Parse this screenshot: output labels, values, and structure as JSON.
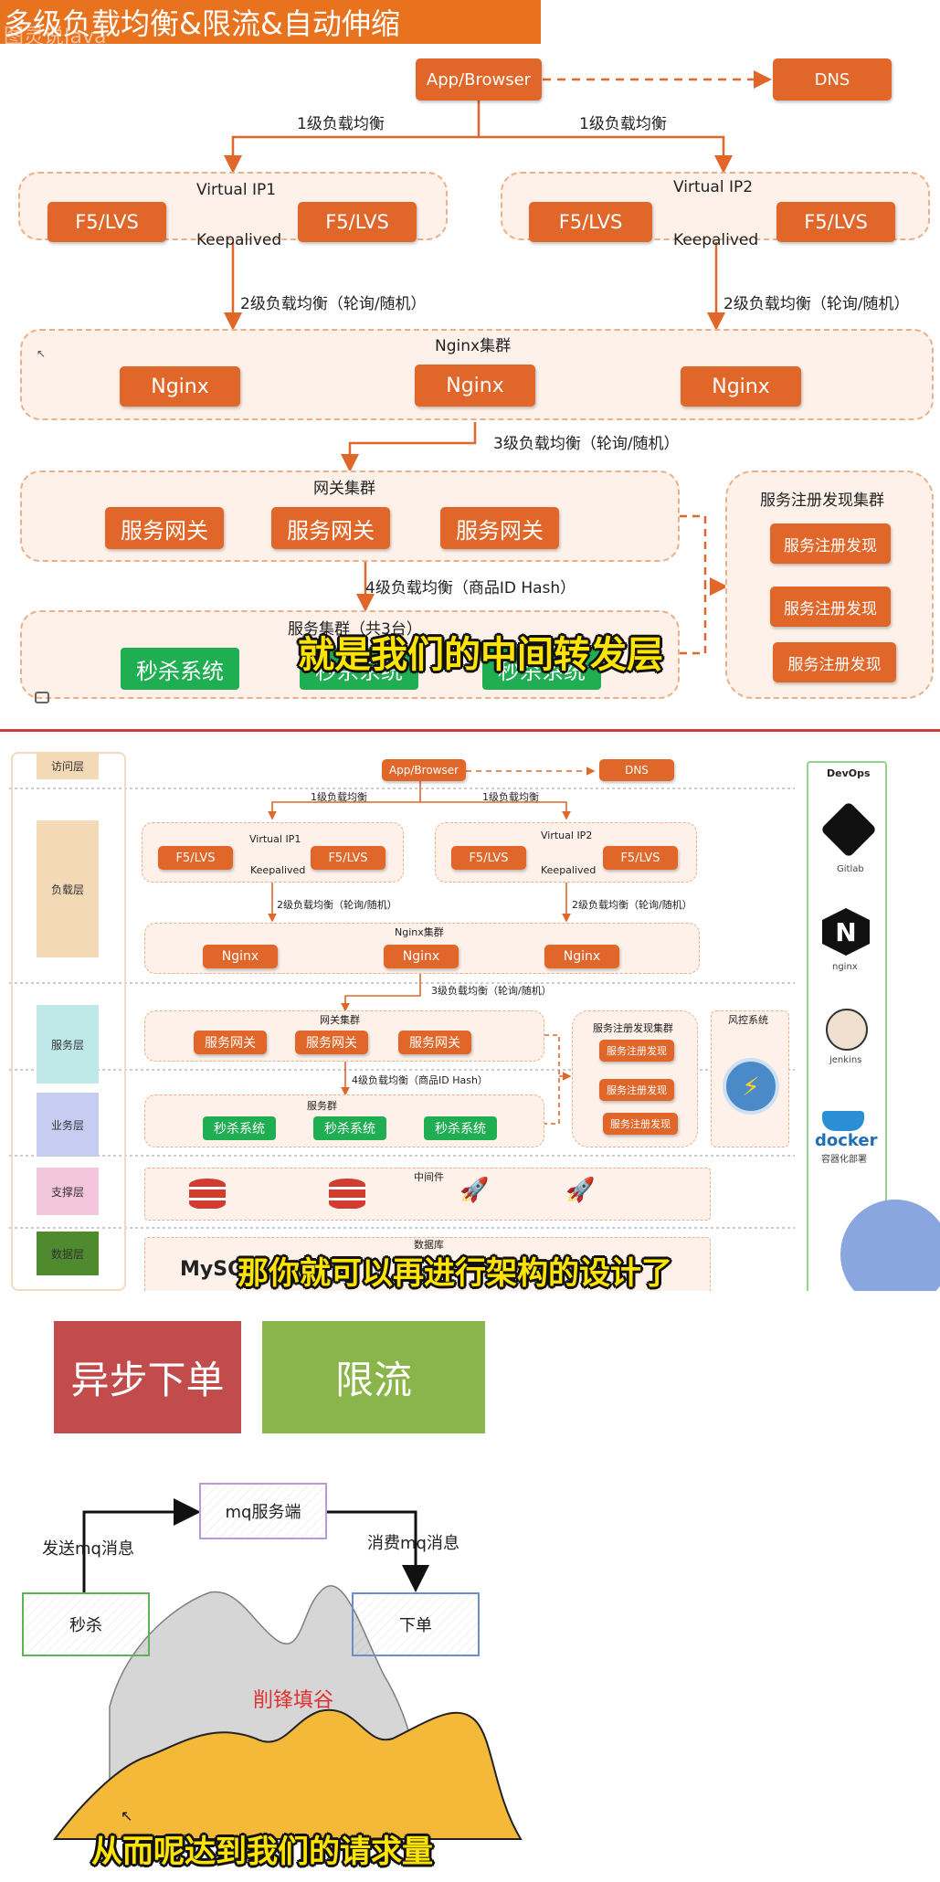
{
  "s1": {
    "title": "多级负载均衡&限流&自动伸缩",
    "watermark": "图灵说Java",
    "app": "App/Browser",
    "dns": "DNS",
    "lb1a": "1级负载均衡",
    "lb1b": "1级负载均衡",
    "vip1": "Virtual IP1",
    "vip2": "Virtual IP2",
    "f5": "F5/LVS",
    "keep": "Keepalived",
    "lb2a": "2级负载均衡（轮询/随机）",
    "lb2b": "2级负载均衡（轮询/随机）",
    "nginx_group": "Nginx集群",
    "nginx": "Nginx",
    "lb3": "3级负载均衡（轮询/随机）",
    "gw_group": "网关集群",
    "gw": "服务网关",
    "lb4": "4级负载均衡（商品ID Hash）",
    "svc_group": "服务集群（共3台）",
    "seckill": "秒杀系统",
    "reg_group": "服务注册发现集群",
    "reg": "服务注册发现",
    "subtitle": "就是我们的中间转发层"
  },
  "s2": {
    "layers": [
      "访问层",
      "负载层",
      "服务层",
      "业务层",
      "支撑层",
      "数据层"
    ],
    "layer_colors": [
      "#f4d9b6",
      "#f4d9b6",
      "#bfe9e8",
      "#c7cdf0",
      "#f4c6de",
      "#4f8a2f"
    ],
    "app": "App/Browser",
    "dns": "DNS",
    "lb1": "1级负载均衡",
    "vip1": "Virtual IP1",
    "vip2": "Virtual IP2",
    "f5": "F5/LVS",
    "keep": "Keepalived",
    "lb2": "2级负载均衡（轮询/随机）",
    "nginx_group": "Nginx集群",
    "nginx": "Nginx",
    "lb3": "3级负载均衡（轮询/随机）",
    "gw_group": "网关集群",
    "gw": "服务网关",
    "lb4": "4级负载均衡（商品ID Hash）",
    "svc_group": "服务群",
    "seckill": "秒杀系统",
    "reg_group": "服务注册发现集群",
    "reg": "服务注册发现",
    "risk": "风控系统",
    "mid": "中间件",
    "db": "数据库",
    "mysql": "MySQL",
    "devops": "DevOps",
    "tools": [
      "Gitlab",
      "nginx",
      "jenkins",
      "容器化部署"
    ],
    "docker": "docker",
    "subtitle": "那你就可以再进行架构的设计了"
  },
  "s3": {
    "async": "异步下单",
    "limit": "限流",
    "mq": "mq服务端",
    "send": "发送mq消息",
    "consume": "消费mq消息",
    "seckill": "秒杀",
    "order": "下单",
    "peak": "削锋填谷",
    "subtitle": "从而呢达到我们的请求量",
    "colors": {
      "async": "#c24b4b",
      "limit": "#8ab54a",
      "accent": "#e0662a",
      "mq": "#b99ad6",
      "seckill_box": "#5fb15a",
      "order_box": "#6d8ec6"
    }
  }
}
